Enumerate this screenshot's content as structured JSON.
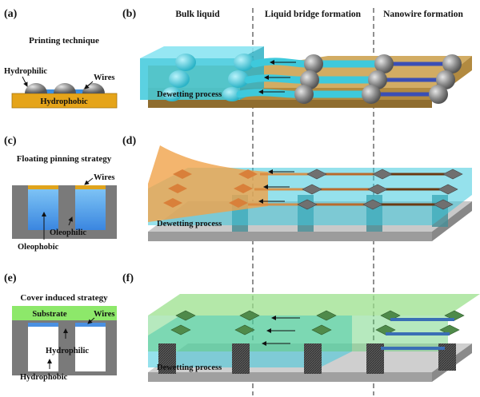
{
  "panels": {
    "a": {
      "letter": "(a)",
      "title": "Printing technique",
      "labels": {
        "hydrophilic": "Hydrophilic",
        "wires": "Wires",
        "hydrophobic": "Hydrophobic"
      }
    },
    "b": {
      "letter": "(b)",
      "process": "Dewetting process"
    },
    "c": {
      "letter": "(c)",
      "title": "Floating pinning strategy",
      "labels": {
        "wires": "Wires",
        "oleophilic": "Oleophilic",
        "oleophobic": "Oleophobic"
      }
    },
    "d": {
      "letter": "(d)",
      "process": "Dewetting process"
    },
    "e": {
      "letter": "(e)",
      "title": "Cover induced strategy",
      "labels": {
        "substrate": "Substrate",
        "wires": "Wires",
        "hydrophilic": "Hydrophilic",
        "hydrophobic": "Hydrophobic"
      }
    },
    "f": {
      "letter": "(f)",
      "process": "Dewetting process"
    }
  },
  "stages": {
    "bulk": "Bulk liquid",
    "bridge": "Liquid bridge formation",
    "nanowire": "Nanowire formation"
  },
  "colors": {
    "liquid_cyan": "#3ec9dc",
    "substrate_tan": "#c9a45c",
    "orange_liquid": "#f0a24a",
    "green_cover": "#5ecf6e",
    "pillar_gray": "#6e6e6e",
    "wire_blue": "#3a4fb5",
    "wire_brown": "#6b3a12",
    "gold": "#e0a41c"
  }
}
